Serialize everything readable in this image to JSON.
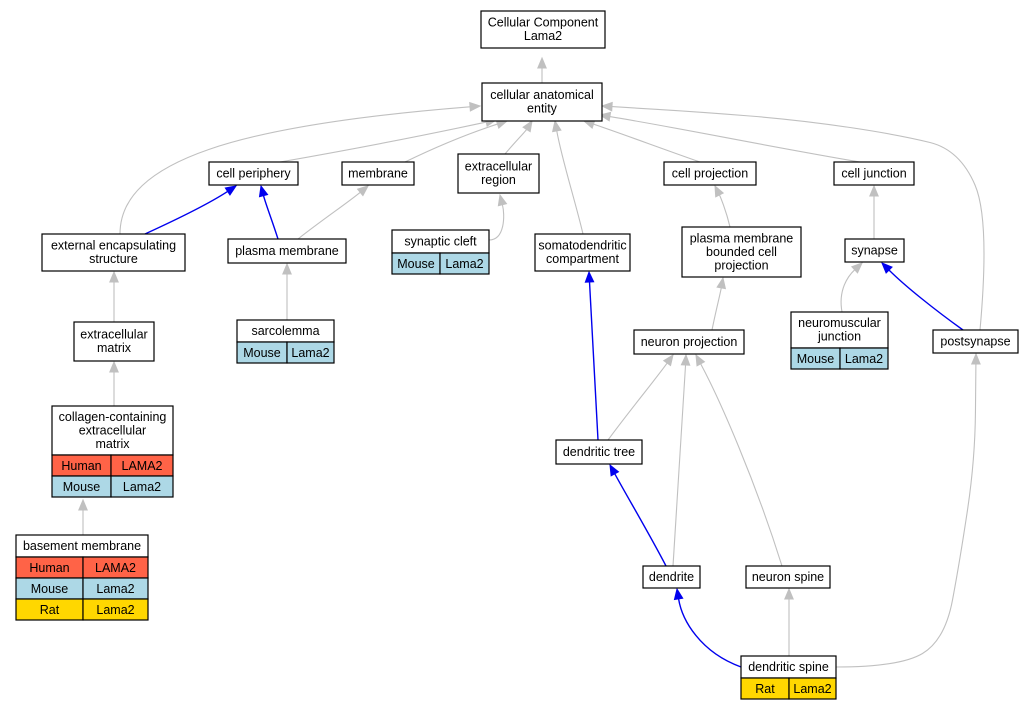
{
  "colors": {
    "edge_gray": "#c0c0c0",
    "edge_blue": "#0000ee",
    "human": "#ff6347",
    "mouse": "#add8e6",
    "rat": "#ffd700",
    "node_fill": "#ffffff",
    "node_border": "#000000"
  },
  "nodes": {
    "root": {
      "lines": [
        "Cellular Component",
        "Lama2"
      ]
    },
    "cae": {
      "lines": [
        "cellular anatomical",
        "entity"
      ]
    },
    "cell_periphery": {
      "lines": [
        "cell periphery"
      ]
    },
    "membrane": {
      "lines": [
        "membrane"
      ]
    },
    "extracellular_region": {
      "lines": [
        "extracellular",
        "region"
      ]
    },
    "cell_projection": {
      "lines": [
        "cell projection"
      ]
    },
    "cell_junction": {
      "lines": [
        "cell junction"
      ]
    },
    "external_encapsulating": {
      "lines": [
        "external encapsulating",
        "structure"
      ]
    },
    "plasma_membrane": {
      "lines": [
        "plasma membrane"
      ]
    },
    "synaptic_cleft": {
      "lines": [
        "synaptic cleft"
      ],
      "species": [
        {
          "name": "Mouse",
          "gene": "Lama2",
          "color": "mouse"
        }
      ]
    },
    "somatodendritic": {
      "lines": [
        "somatodendritic",
        "compartment"
      ]
    },
    "pm_bounded": {
      "lines": [
        "plasma membrane",
        "bounded cell",
        "projection"
      ]
    },
    "synapse": {
      "lines": [
        "synapse"
      ]
    },
    "extracellular_matrix": {
      "lines": [
        "extracellular",
        "matrix"
      ]
    },
    "sarcolemma": {
      "lines": [
        "sarcolemma"
      ],
      "species": [
        {
          "name": "Mouse",
          "gene": "Lama2",
          "color": "mouse"
        }
      ]
    },
    "neuron_projection": {
      "lines": [
        "neuron projection"
      ]
    },
    "nmj": {
      "lines": [
        "neuromuscular",
        "junction"
      ],
      "species": [
        {
          "name": "Mouse",
          "gene": "Lama2",
          "color": "mouse"
        }
      ]
    },
    "postsynapse": {
      "lines": [
        "postsynapse"
      ]
    },
    "collagen_ecm": {
      "lines": [
        "collagen-containing",
        "extracellular",
        "matrix"
      ],
      "species": [
        {
          "name": "Human",
          "gene": "LAMA2",
          "color": "human"
        },
        {
          "name": "Mouse",
          "gene": "Lama2",
          "color": "mouse"
        }
      ]
    },
    "dendritic_tree": {
      "lines": [
        "dendritic tree"
      ]
    },
    "basement_membrane": {
      "lines": [
        "basement membrane"
      ],
      "species": [
        {
          "name": "Human",
          "gene": "LAMA2",
          "color": "human"
        },
        {
          "name": "Mouse",
          "gene": "Lama2",
          "color": "mouse"
        },
        {
          "name": "Rat",
          "gene": "Lama2",
          "color": "rat"
        }
      ]
    },
    "dendrite": {
      "lines": [
        "dendrite"
      ]
    },
    "neuron_spine": {
      "lines": [
        "neuron spine"
      ]
    },
    "dendritic_spine": {
      "lines": [
        "dendritic spine"
      ],
      "species": [
        {
          "name": "Rat",
          "gene": "Lama2",
          "color": "rat"
        }
      ]
    }
  },
  "edges": [
    {
      "from": "cae",
      "to": "root",
      "color": "gray"
    },
    {
      "from": "cell_periphery",
      "to": "cae",
      "color": "gray"
    },
    {
      "from": "membrane",
      "to": "cae",
      "color": "gray"
    },
    {
      "from": "extracellular_region",
      "to": "cae",
      "color": "gray"
    },
    {
      "from": "somatodendritic",
      "to": "cae",
      "color": "gray"
    },
    {
      "from": "cell_projection",
      "to": "cae",
      "color": "gray"
    },
    {
      "from": "cell_junction",
      "to": "cae",
      "color": "gray"
    },
    {
      "from": "external_encapsulating",
      "to": "cae",
      "color": "gray"
    },
    {
      "from": "postsynapse",
      "to": "cae",
      "color": "gray"
    },
    {
      "from": "external_encapsulating",
      "to": "cell_periphery",
      "color": "blue"
    },
    {
      "from": "plasma_membrane",
      "to": "cell_periphery",
      "color": "blue"
    },
    {
      "from": "plasma_membrane",
      "to": "membrane",
      "color": "gray"
    },
    {
      "from": "synaptic_cleft",
      "to": "extracellular_region",
      "color": "gray"
    },
    {
      "from": "pm_bounded",
      "to": "cell_projection",
      "color": "gray"
    },
    {
      "from": "synapse",
      "to": "cell_junction",
      "color": "gray"
    },
    {
      "from": "extracellular_matrix",
      "to": "external_encapsulating",
      "color": "gray"
    },
    {
      "from": "sarcolemma",
      "to": "plasma_membrane",
      "color": "gray"
    },
    {
      "from": "neuron_projection",
      "to": "pm_bounded",
      "color": "gray"
    },
    {
      "from": "nmj",
      "to": "synapse",
      "color": "gray"
    },
    {
      "from": "postsynapse",
      "to": "synapse",
      "color": "blue"
    },
    {
      "from": "collagen_ecm",
      "to": "extracellular_matrix",
      "color": "gray"
    },
    {
      "from": "dendritic_tree",
      "to": "somatodendritic",
      "color": "blue"
    },
    {
      "from": "dendritic_tree",
      "to": "neuron_projection",
      "color": "gray"
    },
    {
      "from": "dendrite",
      "to": "neuron_projection",
      "color": "gray"
    },
    {
      "from": "neuron_spine",
      "to": "neuron_projection",
      "color": "gray"
    },
    {
      "from": "basement_membrane",
      "to": "collagen_ecm",
      "color": "gray"
    },
    {
      "from": "dendrite",
      "to": "dendritic_tree",
      "color": "blue"
    },
    {
      "from": "dendritic_spine",
      "to": "dendrite",
      "color": "blue"
    },
    {
      "from": "dendritic_spine",
      "to": "neuron_spine",
      "color": "gray"
    },
    {
      "from": "dendritic_spine",
      "to": "postsynapse",
      "color": "gray"
    }
  ]
}
